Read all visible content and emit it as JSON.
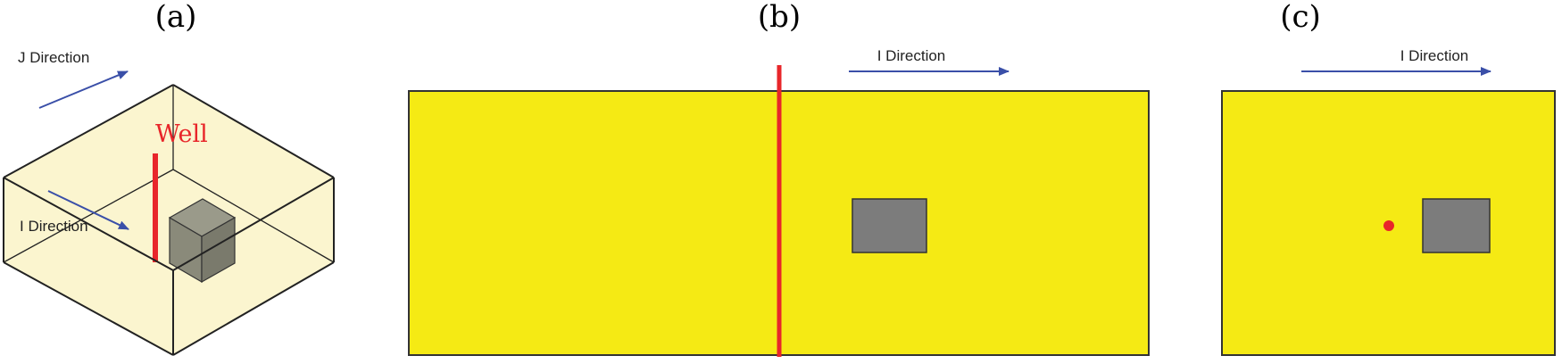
{
  "panels": [
    {
      "label": "(a)"
    },
    {
      "label": "(b)"
    },
    {
      "label": "(c)"
    }
  ],
  "labels": {
    "j_direction": "J Direction",
    "i_direction": "I Direction",
    "well": "Well"
  },
  "colors": {
    "reservoir_fill": "#f5ea14",
    "reservoir_3d_fill": "#fbf5cf",
    "obstacle_fill": "#7c7c7c",
    "obstacle_3d_fill": "#8a8a7a",
    "well_color": "#e8262a",
    "arrow_color": "#3a4fa8",
    "outline": "#222222"
  }
}
